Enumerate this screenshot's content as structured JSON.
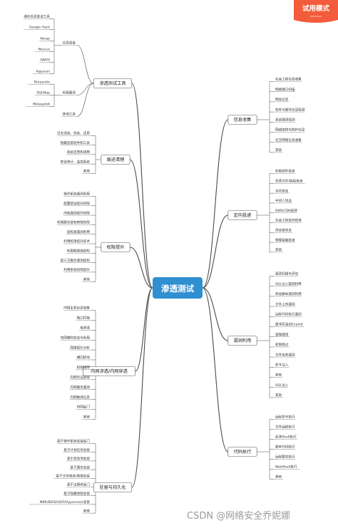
{
  "central_topic": "渗透测试",
  "badge": {
    "title": "试用模式",
    "subtitle": "xmind.cn"
  },
  "watermark": "CSDN @网络安全乔妮娜",
  "left_branches": [
    {
      "label": "渗透测试工具",
      "groups": [
        {
          "label": "信息探查",
          "items": [
            "通信信息查证工具",
            "Google Hack",
            "Nmap",
            "Nessus",
            "AWVS",
            "Appscan"
          ]
        },
        {
          "label": "利用漏洞",
          "items": [
            "Burpsuite",
            "SQLMap",
            "Metasploit"
          ]
        },
        {
          "label": "其他工具",
          "items": []
        }
      ]
    },
    {
      "label": "痕迹清理",
      "items": [
        "日志清除、伪装、还原",
        "隐藏恶意软件和工具",
        "系统还原和调用",
        "安全审计、监控系统",
        "其他"
      ]
    },
    {
      "label": "权限提升",
      "items": [
        "操作系统漏洞利用",
        "配置错误提升权限",
        "内核漏洞提升权限",
        "利用服务提权获取权限",
        "提权类漏洞利用",
        "利用权限提升技术",
        "利用数据库提权",
        "第三方服务漏洞提权",
        "利用系统权限提升",
        "其他"
      ]
    },
    {
      "label": "内网渗透/内网穿透",
      "items": [
        "内网主机信息收集",
        "端口扫描",
        "域渗透",
        "内网横向攻击与利用",
        "网络拓扑分析",
        "横向移动",
        "权限维持",
        "内网凭证获取",
        "内网服务漏洞",
        "内网敏感信息",
        "内网后门",
        "其他"
      ]
    },
    {
      "label": "驻留与持久化",
      "items": [
        "基于操作系统驻留后门",
        "基于计划任务驻留",
        "基于启动项驻留",
        "基于服务驻留",
        "基于文件感染/替换驻留",
        "基于注册表后门",
        "基于隐藏进程驻留",
        "MBR/BIOS/UEFI/Hypervisor驻留",
        "其他"
      ]
    }
  ],
  "right_branches": [
    {
      "label": "信息收集",
      "items": [
        "社会工程信息收集",
        "网络端口扫描",
        "网站信息",
        "软件与硬件信息探测",
        "系统漏洞探测",
        "网络架构与防护信息",
        "社交网络信息收集",
        "其他"
      ]
    },
    {
      "label": "定向投递",
      "items": [
        "钓鱼邮件投递",
        "恶意文件/链接投递",
        "水坑攻击",
        "中间人攻击",
        "DNS/CDN劫持",
        "社会工程定向投递",
        "供应链攻击",
        "物理接触投递",
        "其他"
      ]
    },
    {
      "label": "漏洞利用",
      "items": [
        "漏洞扫描与评估",
        "SQL注入漏洞利用",
        "跨站脚本漏洞利用",
        "文件上传漏洞",
        "远程代码执行漏洞",
        "缓冲区溢出Exploit",
        "逻辑漏洞",
        "权限绕过",
        "文件包含漏洞",
        "命令注入",
        "其他",
        "SQL注入",
        "其他"
      ]
    },
    {
      "label": "代码执行",
      "items": [
        "远程命令执行",
        "文件远程执行",
        "反弹Shell执行",
        "脚本代码执行",
        "远程服务执行",
        "WebShell执行",
        "其他"
      ]
    }
  ]
}
